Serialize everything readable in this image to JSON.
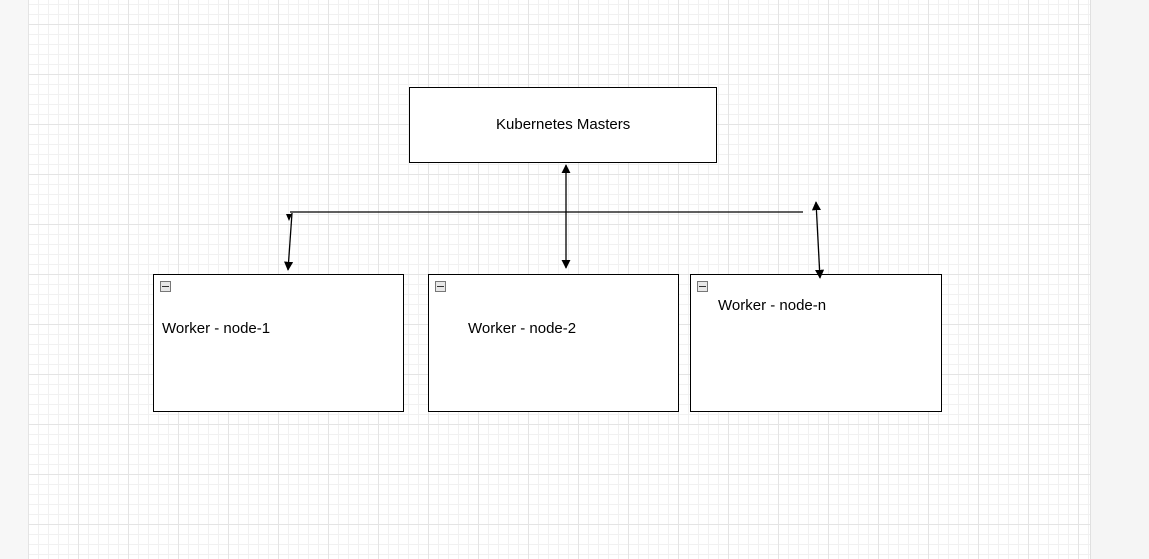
{
  "diagram": {
    "master": {
      "label": "Kubernetes Masters"
    },
    "workers": [
      {
        "label": "Worker - node-1"
      },
      {
        "label": "Worker - node-2"
      },
      {
        "label": "Worker - node-n"
      }
    ]
  }
}
